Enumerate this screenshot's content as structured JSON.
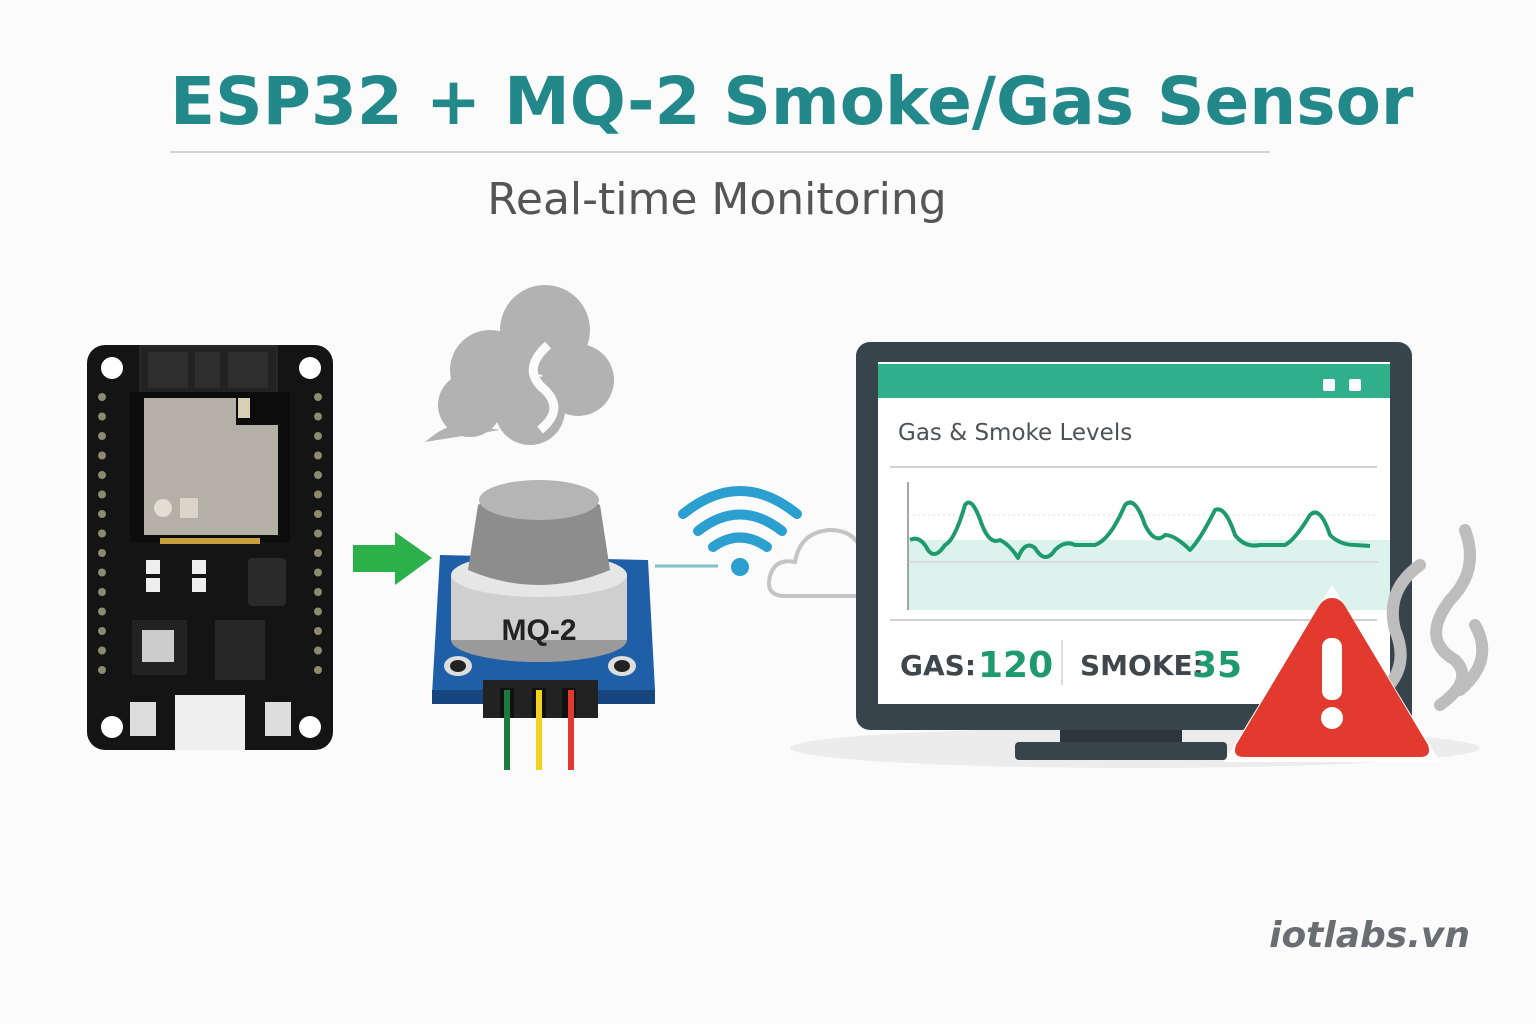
{
  "header": {
    "title": "ESP32 + MQ-2 Smoke/Gas Sensor",
    "subtitle": "Real-time Monitoring"
  },
  "sensor": {
    "label": "MQ-2"
  },
  "dashboard": {
    "title": "Gas & Smoke Levels",
    "gas_label": "GAS:",
    "gas_value": "120",
    "smoke_label": "SMOKE:",
    "smoke_value": "35"
  },
  "icons": [
    "esp32-board-icon",
    "arrow-right-icon",
    "smoke-cloud-icon",
    "mq2-sensor-icon",
    "wifi-icon",
    "cloud-icon",
    "monitor-icon",
    "warning-icon",
    "smoke-wisps-icon"
  ],
  "colors": {
    "title": "#23888a",
    "accent_green": "#2aa57e",
    "wifi_blue": "#2a9fd0",
    "warning_red": "#e23a2e",
    "arrow_green": "#2bb04a"
  },
  "footer": {
    "brand": "iotlabs.vn"
  }
}
